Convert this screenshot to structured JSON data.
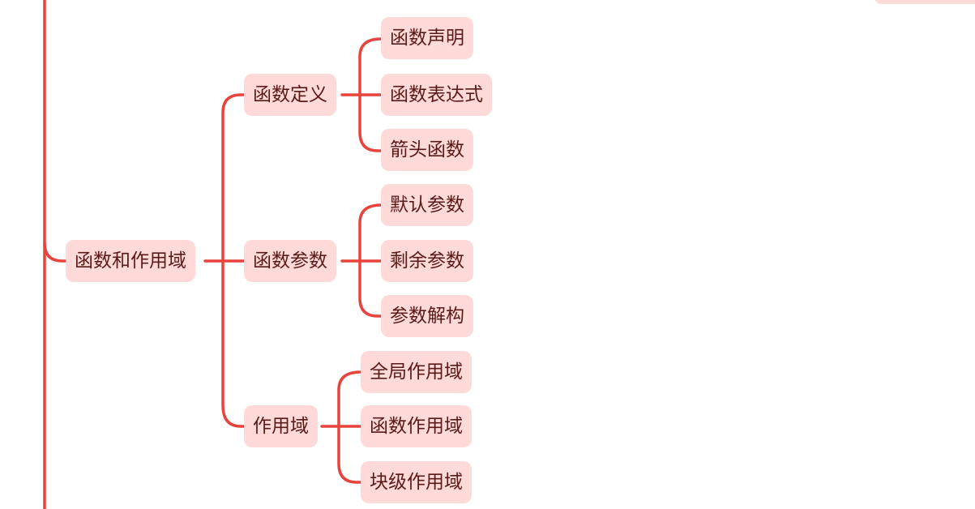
{
  "colors": {
    "line": "#E8433C",
    "node_bg": "#FFDAD8",
    "node_text": "#5a1a18"
  },
  "mindmap": {
    "root": {
      "label": "函数和作用域",
      "children": [
        {
          "label": "函数定义",
          "children": [
            {
              "label": "函数声明"
            },
            {
              "label": "函数表达式"
            },
            {
              "label": "箭头函数"
            }
          ]
        },
        {
          "label": "函数参数",
          "children": [
            {
              "label": "默认参数"
            },
            {
              "label": "剩余参数"
            },
            {
              "label": "参数解构"
            }
          ]
        },
        {
          "label": "作用域",
          "children": [
            {
              "label": "全局作用域"
            },
            {
              "label": "函数作用域"
            },
            {
              "label": "块级作用域"
            }
          ]
        }
      ]
    }
  }
}
